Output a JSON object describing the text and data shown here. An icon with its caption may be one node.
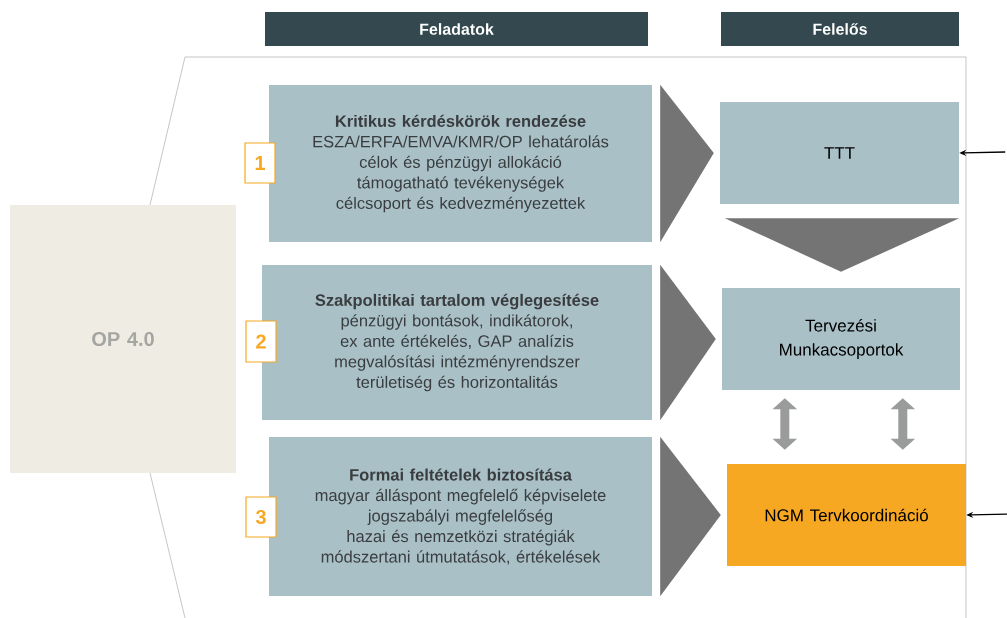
{
  "diagram": {
    "nodes": [
      {
        "text": [
          "Feladatok"
        ]
      },
      {
        "text": [
          "Felelős"
        ]
      },
      {
        "text": [
          "OP 4.0"
        ]
      },
      {
        "text": [
          "Kritikus kérdéskörök rendezése",
          "ESZA/ERFA/EMVA/KMR/OP lehatárolás",
          "célok és pénzügyi allokáció",
          "támogatható tevékenységek",
          "célcsoport és kedvezményezettek"
        ]
      },
      {
        "text": [
          "1"
        ]
      },
      {
        "text": [
          "Szakpolitikai tartalom véglegesítése",
          "pénzügyi bontások, indikátorok,",
          "ex ante értékelés, GAP analízis",
          "megvalósítási intézményrendszer",
          "területiség és horizontalitás"
        ]
      },
      {
        "text": [
          "2"
        ]
      },
      {
        "text": [
          "Formai feltételek biztosítása",
          "magyar álláspont megfelelő képviselete",
          "jogszabályi megfelelőség",
          "hazai és nemzetközi stratégiák",
          "módszertani útmutatások, értékelések"
        ]
      },
      {
        "text": [
          "3"
        ]
      },
      {
        "text": [
          "TTT"
        ]
      },
      {
        "text": [
          "Tervezési Munkacsoportok"
        ]
      },
      {
        "text": [
          "NGM Tervkoordináció"
        ]
      }
    ],
    "edges": [
      {
        "from": 3,
        "to": 9,
        "arrow": "to"
      },
      {
        "from": 5,
        "to": 10,
        "arrow": "to"
      },
      {
        "from": 7,
        "to": 11,
        "arrow": "to"
      },
      {
        "from": 9,
        "to": 10,
        "arrow": "to"
      },
      {
        "from": 10,
        "to": 11,
        "arrow": "both",
        "style": "thick",
        "color": "#9a9c9c"
      },
      {
        "from": 10,
        "to": 11,
        "arrow": "both",
        "style": "thick",
        "color": "#9a9c9c"
      },
      {
        "from": null,
        "to": 9,
        "arrow": "to",
        "color": "#000000"
      },
      {
        "from": null,
        "to": 11,
        "arrow": "to",
        "color": "#000000"
      }
    ]
  }
}
